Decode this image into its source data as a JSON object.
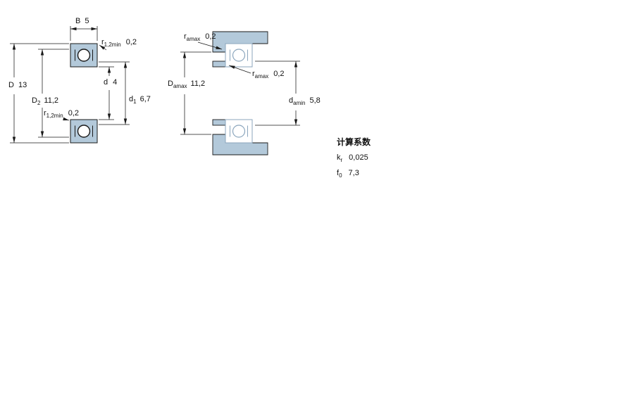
{
  "meta": {
    "background": "#ffffff",
    "accent_fill": "#b3c9da",
    "line_color": "#1a1a1a",
    "outline_color": "#8ba6bd"
  },
  "left_view": {
    "b": {
      "sym": "B",
      "value": "5"
    },
    "r_top": {
      "sym": "r",
      "sub": "1,2min",
      "value": "0,2"
    },
    "D": {
      "sym": "D",
      "value": "13"
    },
    "D2": {
      "sym": "D",
      "sub": "2",
      "value": "11,2"
    },
    "d": {
      "sym": "d",
      "value": "4"
    },
    "d1": {
      "sym": "d",
      "sub": "1",
      "value": "6,7"
    },
    "r_bottom": {
      "sym": "r",
      "sub": "1,2min",
      "value": "0,2"
    }
  },
  "right_view": {
    "ra_top": {
      "sym": "r",
      "sub": "amax",
      "value": "0,2"
    },
    "Da": {
      "sym": "D",
      "sub": "amax",
      "value": "11,2"
    },
    "ra_mid": {
      "sym": "r",
      "sub": "amax",
      "value": "0,2"
    },
    "da": {
      "sym": "d",
      "sub": "amin",
      "value": "5,8"
    }
  },
  "calculation_factors": {
    "title": "计算系数",
    "rows": [
      {
        "sym": "k",
        "sub": "r",
        "value": "0,025"
      },
      {
        "sym": "f",
        "sub": "0",
        "value": "7,3"
      }
    ]
  }
}
